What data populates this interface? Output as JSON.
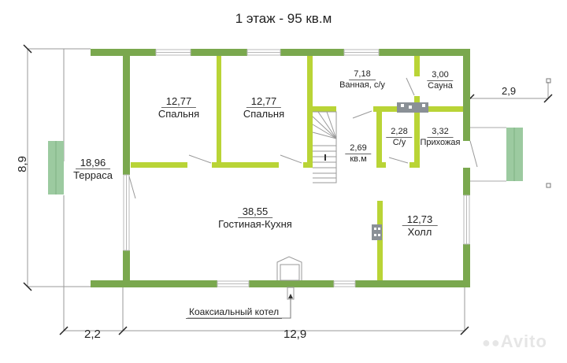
{
  "title": "1 этаж - 95 кв.м",
  "colors": {
    "outer_wall": "#7aa84e",
    "inner_wall": "#b9d436",
    "window": "#dcdcdc",
    "terrace_steps": "#9ccaa0",
    "fixtures": "#8a9096",
    "dimension_line": "#9a9a9a"
  },
  "rooms": [
    {
      "id": "bedroom-1",
      "area": "12,77",
      "name": "Спальня"
    },
    {
      "id": "bedroom-2",
      "area": "12,77",
      "name": "Спальня"
    },
    {
      "id": "bathroom",
      "area": "7,18",
      "name": "Ванная, с/у"
    },
    {
      "id": "sauna",
      "area": "3,00",
      "name": "Сауна"
    },
    {
      "id": "wc",
      "area": "2,28",
      "name": "С/у"
    },
    {
      "id": "entrance-hall",
      "area": "3,32",
      "name": "Прихожая"
    },
    {
      "id": "stair-hall",
      "area": "2,69",
      "name": "кв.м"
    },
    {
      "id": "terrace",
      "area": "18,96",
      "name": "Терраса"
    },
    {
      "id": "living-kitchen",
      "area": "38,55",
      "name": "Гостиная-Кухня"
    },
    {
      "id": "hall",
      "area": "12,73",
      "name": "Холл"
    }
  ],
  "dimensions": {
    "height": "8,9",
    "width": "12,9",
    "terrace_width": "2,2",
    "porch_width": "2,9"
  },
  "notes": {
    "boiler": "Коаксиальный котел"
  },
  "watermark": "Avito"
}
